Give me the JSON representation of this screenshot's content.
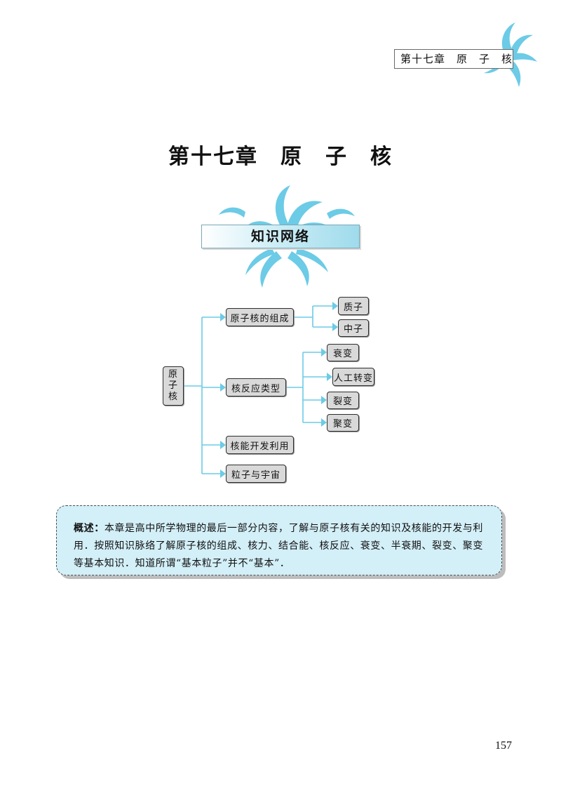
{
  "header": {
    "running_title": "第十七章　原　子　核"
  },
  "chapter_title": "第十七章　原　子　核",
  "section_banner": "知识网络",
  "mind_map": {
    "root": "原子核",
    "branches": [
      {
        "label": "原子核的组成",
        "children": [
          "质子",
          "中子"
        ]
      },
      {
        "label": "核反应类型",
        "children": [
          "衰变",
          "人工转变",
          "裂变",
          "聚变"
        ]
      },
      {
        "label": "核能开发利用",
        "children": []
      },
      {
        "label": "粒子与宇宙",
        "children": []
      }
    ]
  },
  "summary": {
    "label": "概述：",
    "text": "本章是高中所学物理的最后一部分内容，了解与原子核有关的知识及核能的开发与利用．按照知识脉络了解原子核的组成、核力、结合能、核反应、衰变、半衰期、裂变、聚变等基本知识．知道所谓“基本粒子”并不“基本”．"
  },
  "page_number": "157",
  "colors": {
    "accent": "#5cc8e8",
    "box_fill": "#d3eff8",
    "node_fill": "#d9d9d9"
  },
  "icons": {
    "header_ornament": "flourish-ornament-icon",
    "banner_ornament": "flourish-ornament-icon"
  }
}
